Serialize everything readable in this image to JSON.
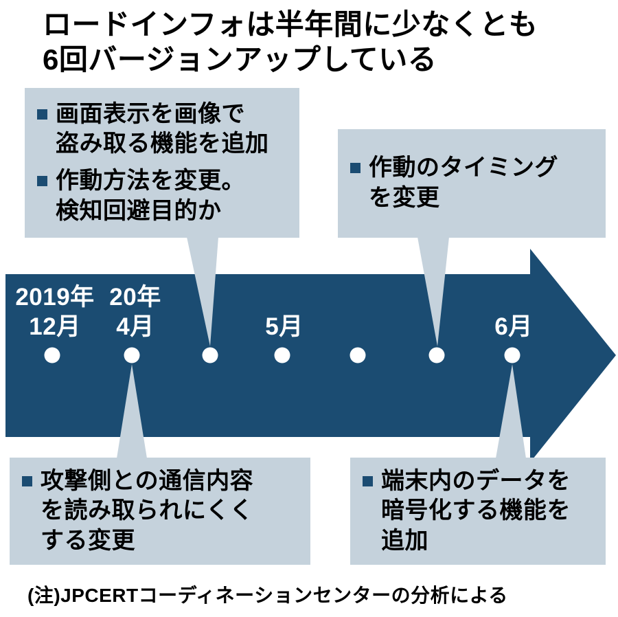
{
  "title": {
    "lines": [
      "ロードインフォは半年間に少なくとも",
      "6回バージョンアップしている"
    ]
  },
  "callouts": {
    "top_left": {
      "items": [
        {
          "lines": [
            "画面表示を画像で",
            "盗み取る機能を追加"
          ]
        },
        {
          "lines": [
            "作動方法を変更。",
            "検知回避目的か"
          ]
        }
      ]
    },
    "top_right": {
      "items": [
        {
          "lines": [
            "作動のタイミング",
            "を変更"
          ]
        }
      ]
    },
    "bottom_left": {
      "items": [
        {
          "lines": [
            "攻撃側との通信内容",
            "を読み取られにくく",
            "する変更"
          ]
        }
      ]
    },
    "bottom_right": {
      "items": [
        {
          "lines": [
            "端末内のデータを",
            "暗号化する機能を",
            "追加"
          ]
        }
      ]
    }
  },
  "timeline": {
    "labels": [
      {
        "lines": [
          "2019年",
          "12月"
        ]
      },
      {
        "lines": [
          "20年",
          "4月"
        ]
      },
      {
        "lines": [
          "5月"
        ]
      },
      {
        "lines": [
          "6月"
        ]
      }
    ],
    "dot_count": 7
  },
  "note": "(注)JPCERTコーディネーションセンターの分析による",
  "colors": {
    "arrow": "#1b4c72",
    "callout_bg": "#c5d2dc",
    "dot": "#ffffff",
    "text": "#000000"
  }
}
